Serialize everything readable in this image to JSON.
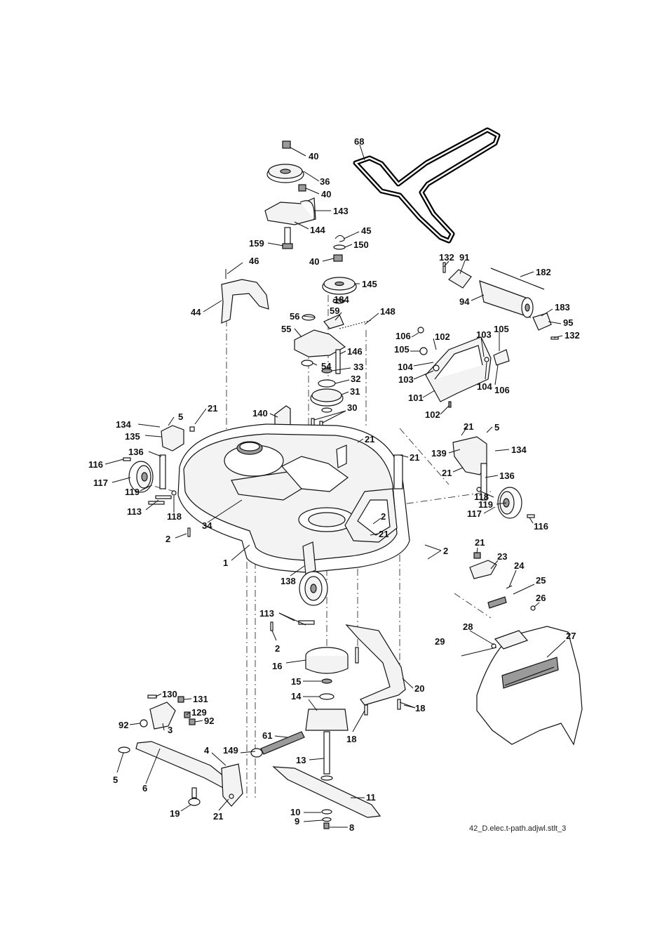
{
  "figure": {
    "caption": "42_D.elec.t-path.adjwl.stlt_3"
  },
  "labels": [
    {
      "id": "l40a",
      "text": "40"
    },
    {
      "id": "l36",
      "text": "36"
    },
    {
      "id": "l40b",
      "text": "40"
    },
    {
      "id": "l143",
      "text": "143"
    },
    {
      "id": "l144",
      "text": "144"
    },
    {
      "id": "l159",
      "text": "159"
    },
    {
      "id": "l45",
      "text": "45"
    },
    {
      "id": "l150",
      "text": "150"
    },
    {
      "id": "l40c",
      "text": "40"
    },
    {
      "id": "l46",
      "text": "46"
    },
    {
      "id": "l145",
      "text": "145"
    },
    {
      "id": "l184",
      "text": "184"
    },
    {
      "id": "l44",
      "text": "44"
    },
    {
      "id": "l56",
      "text": "56"
    },
    {
      "id": "l59",
      "text": "59"
    },
    {
      "id": "l148",
      "text": "148"
    },
    {
      "id": "l55",
      "text": "55"
    },
    {
      "id": "l146",
      "text": "146"
    },
    {
      "id": "l54",
      "text": "54"
    },
    {
      "id": "l33",
      "text": "33"
    },
    {
      "id": "l32",
      "text": "32"
    },
    {
      "id": "l31",
      "text": "31"
    },
    {
      "id": "l30",
      "text": "30"
    },
    {
      "id": "l140",
      "text": "140"
    },
    {
      "id": "l68",
      "text": "68"
    },
    {
      "id": "l132a",
      "text": "132"
    },
    {
      "id": "l91",
      "text": "91"
    },
    {
      "id": "l182",
      "text": "182"
    },
    {
      "id": "l94",
      "text": "94"
    },
    {
      "id": "l183",
      "text": "183"
    },
    {
      "id": "l95",
      "text": "95"
    },
    {
      "id": "l132b",
      "text": "132"
    },
    {
      "id": "l106a",
      "text": "106"
    },
    {
      "id": "l102a",
      "text": "102"
    },
    {
      "id": "l103a",
      "text": "103"
    },
    {
      "id": "l105a",
      "text": "105"
    },
    {
      "id": "l105b",
      "text": "105"
    },
    {
      "id": "l104a",
      "text": "104"
    },
    {
      "id": "l103b",
      "text": "103"
    },
    {
      "id": "l104b",
      "text": "104"
    },
    {
      "id": "l106b",
      "text": "106"
    },
    {
      "id": "l101",
      "text": "101"
    },
    {
      "id": "l102b",
      "text": "102"
    },
    {
      "id": "l21a",
      "text": "21"
    },
    {
      "id": "l5a",
      "text": "5"
    },
    {
      "id": "l134a",
      "text": "134"
    },
    {
      "id": "l135",
      "text": "135"
    },
    {
      "id": "l136a",
      "text": "136"
    },
    {
      "id": "l116a",
      "text": "116"
    },
    {
      "id": "l117a",
      "text": "117"
    },
    {
      "id": "l119a",
      "text": "119"
    },
    {
      "id": "l113a",
      "text": "113"
    },
    {
      "id": "l118a",
      "text": "118"
    },
    {
      "id": "l2a",
      "text": "2"
    },
    {
      "id": "l34",
      "text": "34"
    },
    {
      "id": "l1",
      "text": "1"
    },
    {
      "id": "l21b",
      "text": "21"
    },
    {
      "id": "l21c",
      "text": "21"
    },
    {
      "id": "l21d",
      "text": "21"
    },
    {
      "id": "l5b",
      "text": "5"
    },
    {
      "id": "l139",
      "text": "139"
    },
    {
      "id": "l134b",
      "text": "134"
    },
    {
      "id": "l21e",
      "text": "21"
    },
    {
      "id": "l136b",
      "text": "136"
    },
    {
      "id": "l118b",
      "text": "118"
    },
    {
      "id": "l119b",
      "text": "119"
    },
    {
      "id": "l117b",
      "text": "117"
    },
    {
      "id": "l116b",
      "text": "116"
    },
    {
      "id": "l2b",
      "text": "2"
    },
    {
      "id": "l21f",
      "text": "21"
    },
    {
      "id": "l2c",
      "text": "2"
    },
    {
      "id": "l138",
      "text": "138"
    },
    {
      "id": "l113b",
      "text": "113"
    },
    {
      "id": "l2d",
      "text": "2"
    },
    {
      "id": "l21g",
      "text": "21"
    },
    {
      "id": "l23",
      "text": "23"
    },
    {
      "id": "l24",
      "text": "24"
    },
    {
      "id": "l25",
      "text": "25"
    },
    {
      "id": "l26",
      "text": "26"
    },
    {
      "id": "l28",
      "text": "28"
    },
    {
      "id": "l27",
      "text": "27"
    },
    {
      "id": "l29",
      "text": "29"
    },
    {
      "id": "l16",
      "text": "16"
    },
    {
      "id": "l15",
      "text": "15"
    },
    {
      "id": "l20",
      "text": "20"
    },
    {
      "id": "l14",
      "text": "14"
    },
    {
      "id": "l18a",
      "text": "18"
    },
    {
      "id": "l18b",
      "text": "18"
    },
    {
      "id": "l130",
      "text": "130"
    },
    {
      "id": "l131",
      "text": "131"
    },
    {
      "id": "l129",
      "text": "129"
    },
    {
      "id": "l92a",
      "text": "92"
    },
    {
      "id": "l92b",
      "text": "92"
    },
    {
      "id": "l3",
      "text": "3"
    },
    {
      "id": "l61",
      "text": "61"
    },
    {
      "id": "l4",
      "text": "4"
    },
    {
      "id": "l149",
      "text": "149"
    },
    {
      "id": "l13",
      "text": "13"
    },
    {
      "id": "l5c",
      "text": "5"
    },
    {
      "id": "l6",
      "text": "6"
    },
    {
      "id": "l11",
      "text": "11"
    },
    {
      "id": "l10",
      "text": "10"
    },
    {
      "id": "l9",
      "text": "9"
    },
    {
      "id": "l8",
      "text": "8"
    },
    {
      "id": "l19",
      "text": "19"
    },
    {
      "id": "l21h",
      "text": "21"
    }
  ]
}
